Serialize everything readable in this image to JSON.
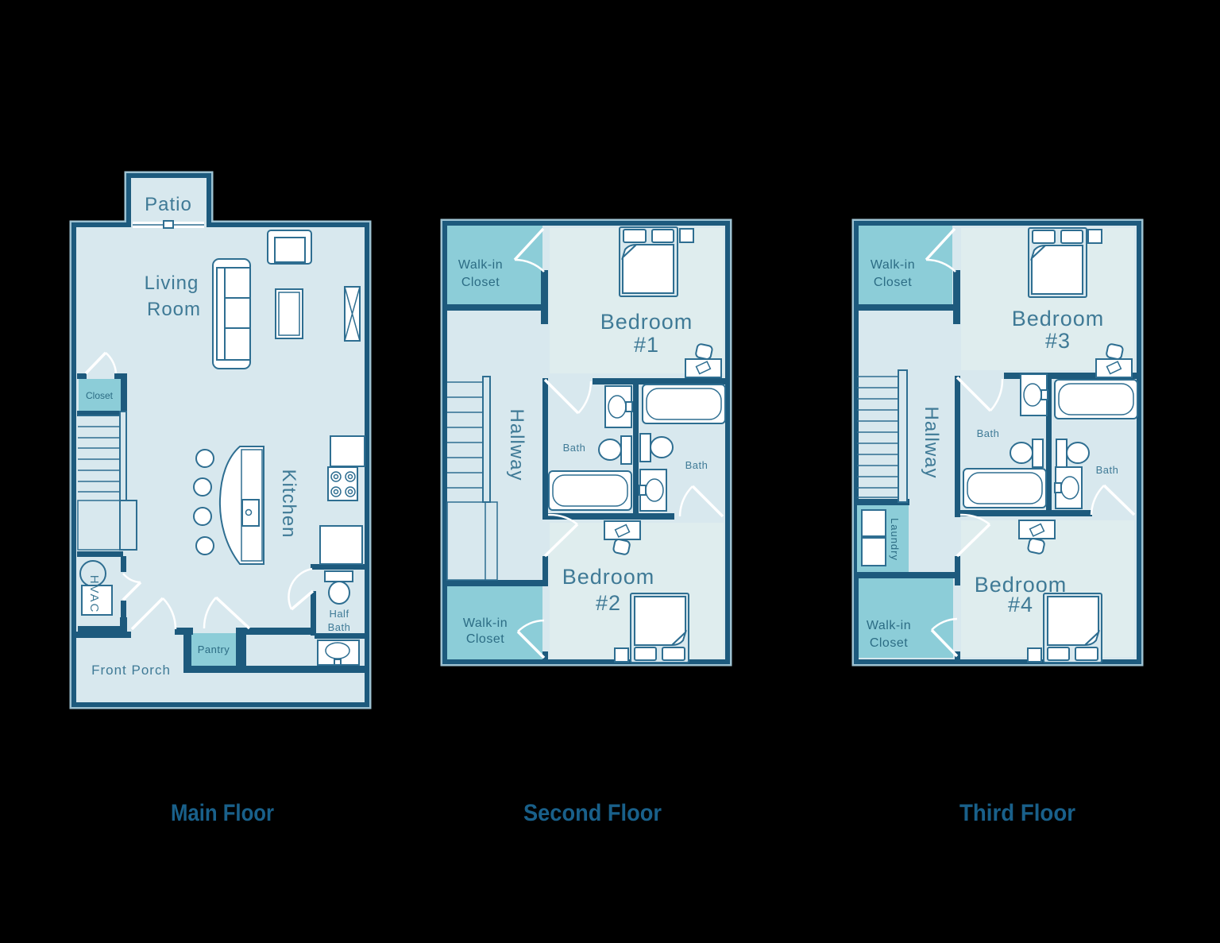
{
  "colors": {
    "background": "#000000",
    "floor": "#d8e8ee",
    "floor_light": "#dfedee",
    "wall": "#1d5a7d",
    "halo": "#9dc2d2",
    "teal": "#8ccdd8",
    "furn": "#2e6e91",
    "label": "#3f7a96",
    "teal_label": "#2c6c84",
    "caption": "#19608a",
    "door": "#ffffff"
  },
  "floors": [
    {
      "caption": "Main Floor",
      "labels": {
        "patio": "Patio",
        "living_1": "Living",
        "living_2": "Room",
        "closet": "Closet",
        "hvac": "HVAC",
        "kitchen": "Kitchen",
        "half_bath_1": "Half",
        "half_bath_2": "Bath",
        "pantry": "Pantry",
        "front_porch": "Front Porch"
      }
    },
    {
      "caption": "Second Floor",
      "labels": {
        "walkin_top_1": "Walk-in",
        "walkin_top_2": "Closet",
        "bedroom_top_1": "Bedroom",
        "bedroom_top_2": "#1",
        "hallway": "Hallway",
        "bath_left": "Bath",
        "bath_right": "Bath",
        "bedroom_bottom_1": "Bedroom",
        "bedroom_bottom_2": "#2",
        "walkin_bottom_1": "Walk-in",
        "walkin_bottom_2": "Closet"
      }
    },
    {
      "caption": "Third Floor",
      "labels": {
        "walkin_top_1": "Walk-in",
        "walkin_top_2": "Closet",
        "bedroom_top_1": "Bedroom",
        "bedroom_top_2": "#3",
        "hallway": "Hallway",
        "bath_left": "Bath",
        "bath_right": "Bath",
        "laundry": "Laundry",
        "bedroom_bottom_1": "Bedroom",
        "bedroom_bottom_2": "#4",
        "walkin_bottom_1": "Walk-in",
        "walkin_bottom_2": "Closet"
      }
    }
  ]
}
